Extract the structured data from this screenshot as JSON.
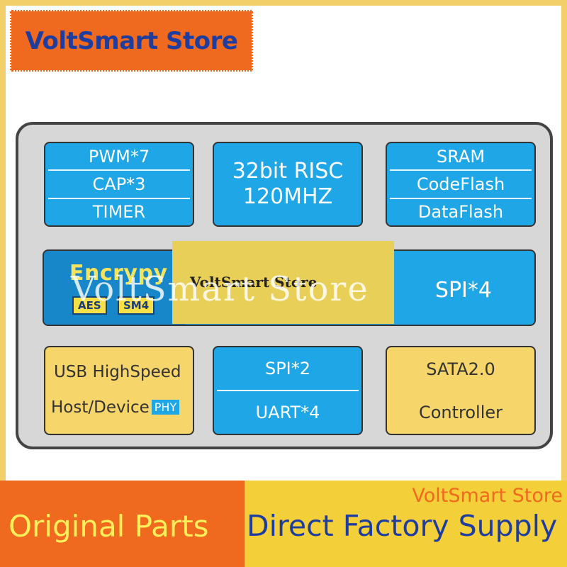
{
  "store_banner": "VoltSmart Store",
  "blocks": {
    "pwm": [
      "PWM*7",
      "CAP*3",
      "TIMER"
    ],
    "cpu": [
      "32bit RISC",
      "120MHZ"
    ],
    "memory": [
      "SRAM",
      "CodeFlash",
      "DataFlash"
    ],
    "encrypt": {
      "title": "Encrypy",
      "tags": [
        "AES",
        "SM4"
      ]
    },
    "sdio": "SPI*4",
    "usb": {
      "line1": "USB HighSpeed",
      "line2": "Host/Device",
      "phy": "PHY"
    },
    "serial": [
      "SPI*2",
      "UART*4"
    ],
    "sata": [
      "SATA2.0",
      "Controller"
    ]
  },
  "watermark": {
    "inner": "VoltSmart Store",
    "big": "VoltSmart Store"
  },
  "footer": {
    "original": "Original Parts",
    "store": "VoltSmart Store",
    "direct": "Direct Factory Supply"
  },
  "colors": {
    "orange": "#ef6a1e",
    "yellow": "#f3cf3a",
    "block_blue": "#1fa6e6",
    "block_yellow": "#f6d56a",
    "brand_blue": "#1f3d9e"
  }
}
